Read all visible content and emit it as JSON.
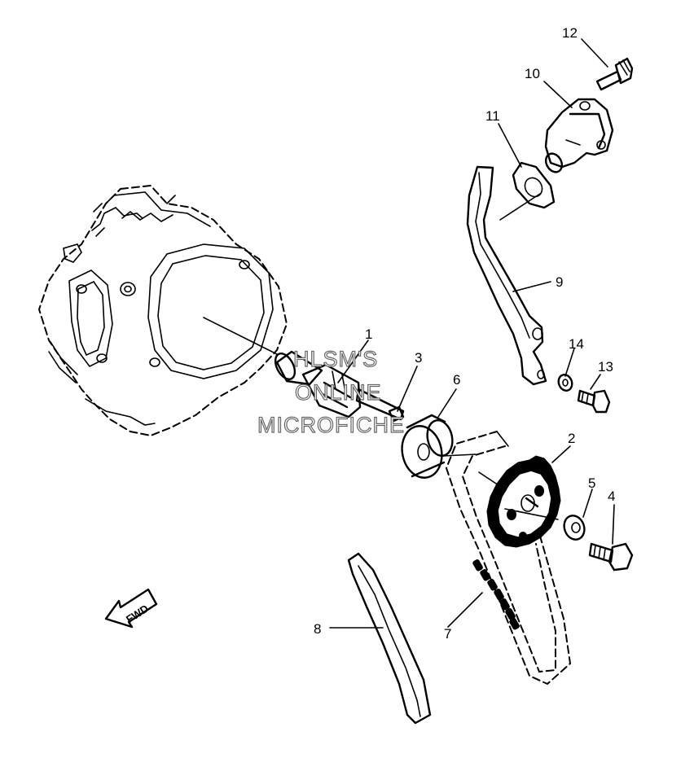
{
  "callouts": {
    "c1": "1",
    "c2": "2",
    "c3": "3",
    "c4": "4",
    "c5": "5",
    "c6": "6",
    "c7": "7",
    "c8": "8",
    "c9": "9",
    "c10": "10",
    "c11": "11",
    "c12": "12",
    "c13": "13",
    "c14": "14"
  },
  "watermark": {
    "line1": "HLSM'S",
    "line2": "ONLINE",
    "line3": "MICROFICHE"
  },
  "direction_arrow": {
    "label": "FWD"
  }
}
